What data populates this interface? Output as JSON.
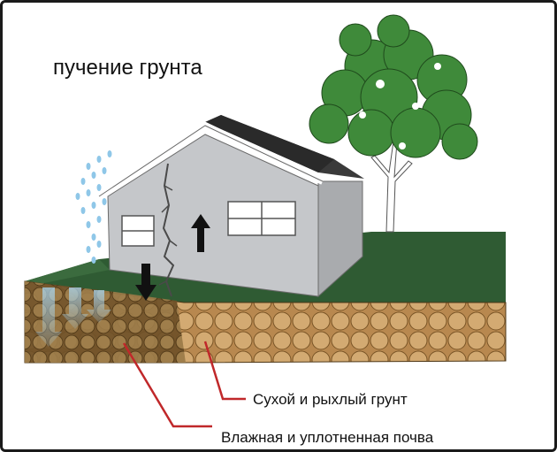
{
  "title": "пучение грунта",
  "labels": {
    "dry": "Сухой и рыхлый грунт",
    "wet": "Влажная и уплотненная почва"
  },
  "colors": {
    "soil_dry": "#c9a06a",
    "soil_wet": "#8a6a3c",
    "grass": "#2f5b33",
    "house_wall": "#c5c7ca",
    "roof": "#3a3a3a",
    "tree": "#3f8a3a",
    "water": "#8fc7e8",
    "pointer_line": "#c0282a"
  },
  "icons": [
    "rain-drops-icon",
    "up-arrow-icon",
    "down-arrow-icon",
    "tree-icon",
    "house-icon",
    "crack-icon"
  ]
}
